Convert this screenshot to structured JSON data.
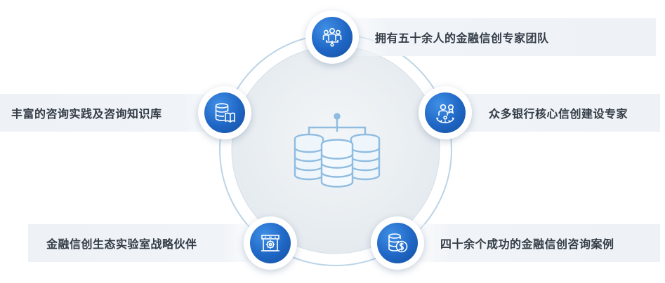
{
  "items": [
    {
      "label": "拥有五十余人的金融信创专家团队",
      "icon": "team-icon"
    },
    {
      "label": "众多银行核心信创建设专家",
      "icon": "expert-gear-icon"
    },
    {
      "label": "四十余个成功的金融信创咨询案例",
      "icon": "coins-icon"
    },
    {
      "label": "金融信创生态实验室战略伙伴",
      "icon": "lab-building-icon"
    },
    {
      "label": "丰富的咨询实践及咨询知识库",
      "icon": "database-book-icon"
    }
  ],
  "center": {
    "icon": "database-cluster-icon"
  },
  "colors": {
    "accent": "#1f66c4",
    "ring": "#a9c7de",
    "text": "#333b45",
    "band": "#eef2f6"
  }
}
